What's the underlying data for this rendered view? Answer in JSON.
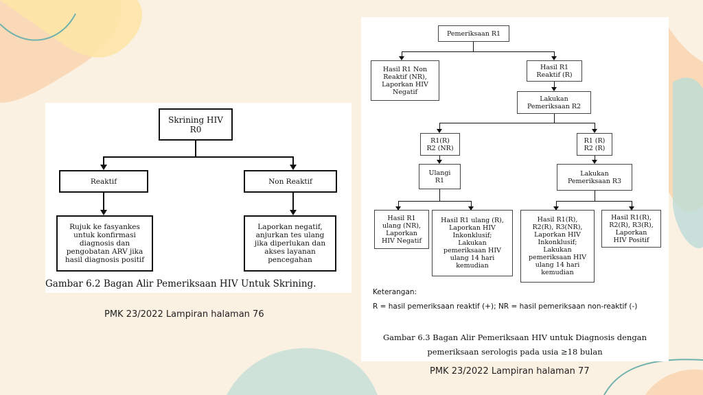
{
  "slide": {
    "background": "#fbf1e3",
    "accent_orange": "#f9d9b8",
    "accent_teal": "#bcdcd6",
    "accent_yellow": "#fde6a8"
  },
  "left": {
    "start": "Skrining HIV\nR0",
    "reaktif": "Reaktif",
    "non_reaktif": "Non Reaktif",
    "reaktif_action": "Rujuk ke fasyankes\nuntuk konfirmasi\ndiagnosis dan\npengobatan ARV jika\nhasil diagnosis positif",
    "non_reaktif_action": "Laporkan negatif,\nanjurkan tes ulang\njika diperlukan dan\nakses layanan\npencegahan",
    "caption": "Gambar 6.2 Bagan Alir Pemeriksaan HIV Untuk Skrining.",
    "source": "PMK 23/2022 Lampiran halaman 76"
  },
  "right": {
    "r1": "Pemeriksaan R1",
    "r1_nr": "Hasil R1 Non\nReaktif (NR),\nLaporkan HIV\nNegatif",
    "r1_r": "Hasil R1\nReaktif (R)",
    "do_r2": "Lakukan\nPemeriksaan R2",
    "r1r_r2nr": "R1(R)\nR2 (NR)",
    "r1r_r2r": "R1 (R)\nR2 (R)",
    "repeat_r1": "Ulangi\nR1",
    "do_r3": "Lakukan\nPemeriksaan R3",
    "out1": "Hasil R1\nulang (NR),\nLaporkan\nHIV Negatif",
    "out2": "Hasil R1 ulang (R),\nLaporkan HIV\nInkonklusif;\nLakukan\npemeriksaan HIV\nulang 14 hari\nkemudian",
    "out3": "Hasil R1(R),\nR2(R), R3(NR),\nLaporkan HIV\nInkonklusif;\nLakukan\npemeriksaan HIV\nulang 14 hari\nkemudian",
    "out4": "Hasil R1(R),\nR2(R), R3(R),\nLaporkan\nHIV Positif",
    "legend_title": "Keterangan:",
    "legend_text": "R = hasil pemeriksaan reaktif (+); NR = hasil pemeriksaan non-reaktif (-)",
    "caption_line1": "Gambar 6.3 Bagan Alir Pemeriksaan HIV untuk Diagnosis dengan",
    "caption_line2": "pemeriksaan serologis pada usia ≥18 bulan",
    "source": "PMK 23/2022 Lampiran halaman 77"
  }
}
